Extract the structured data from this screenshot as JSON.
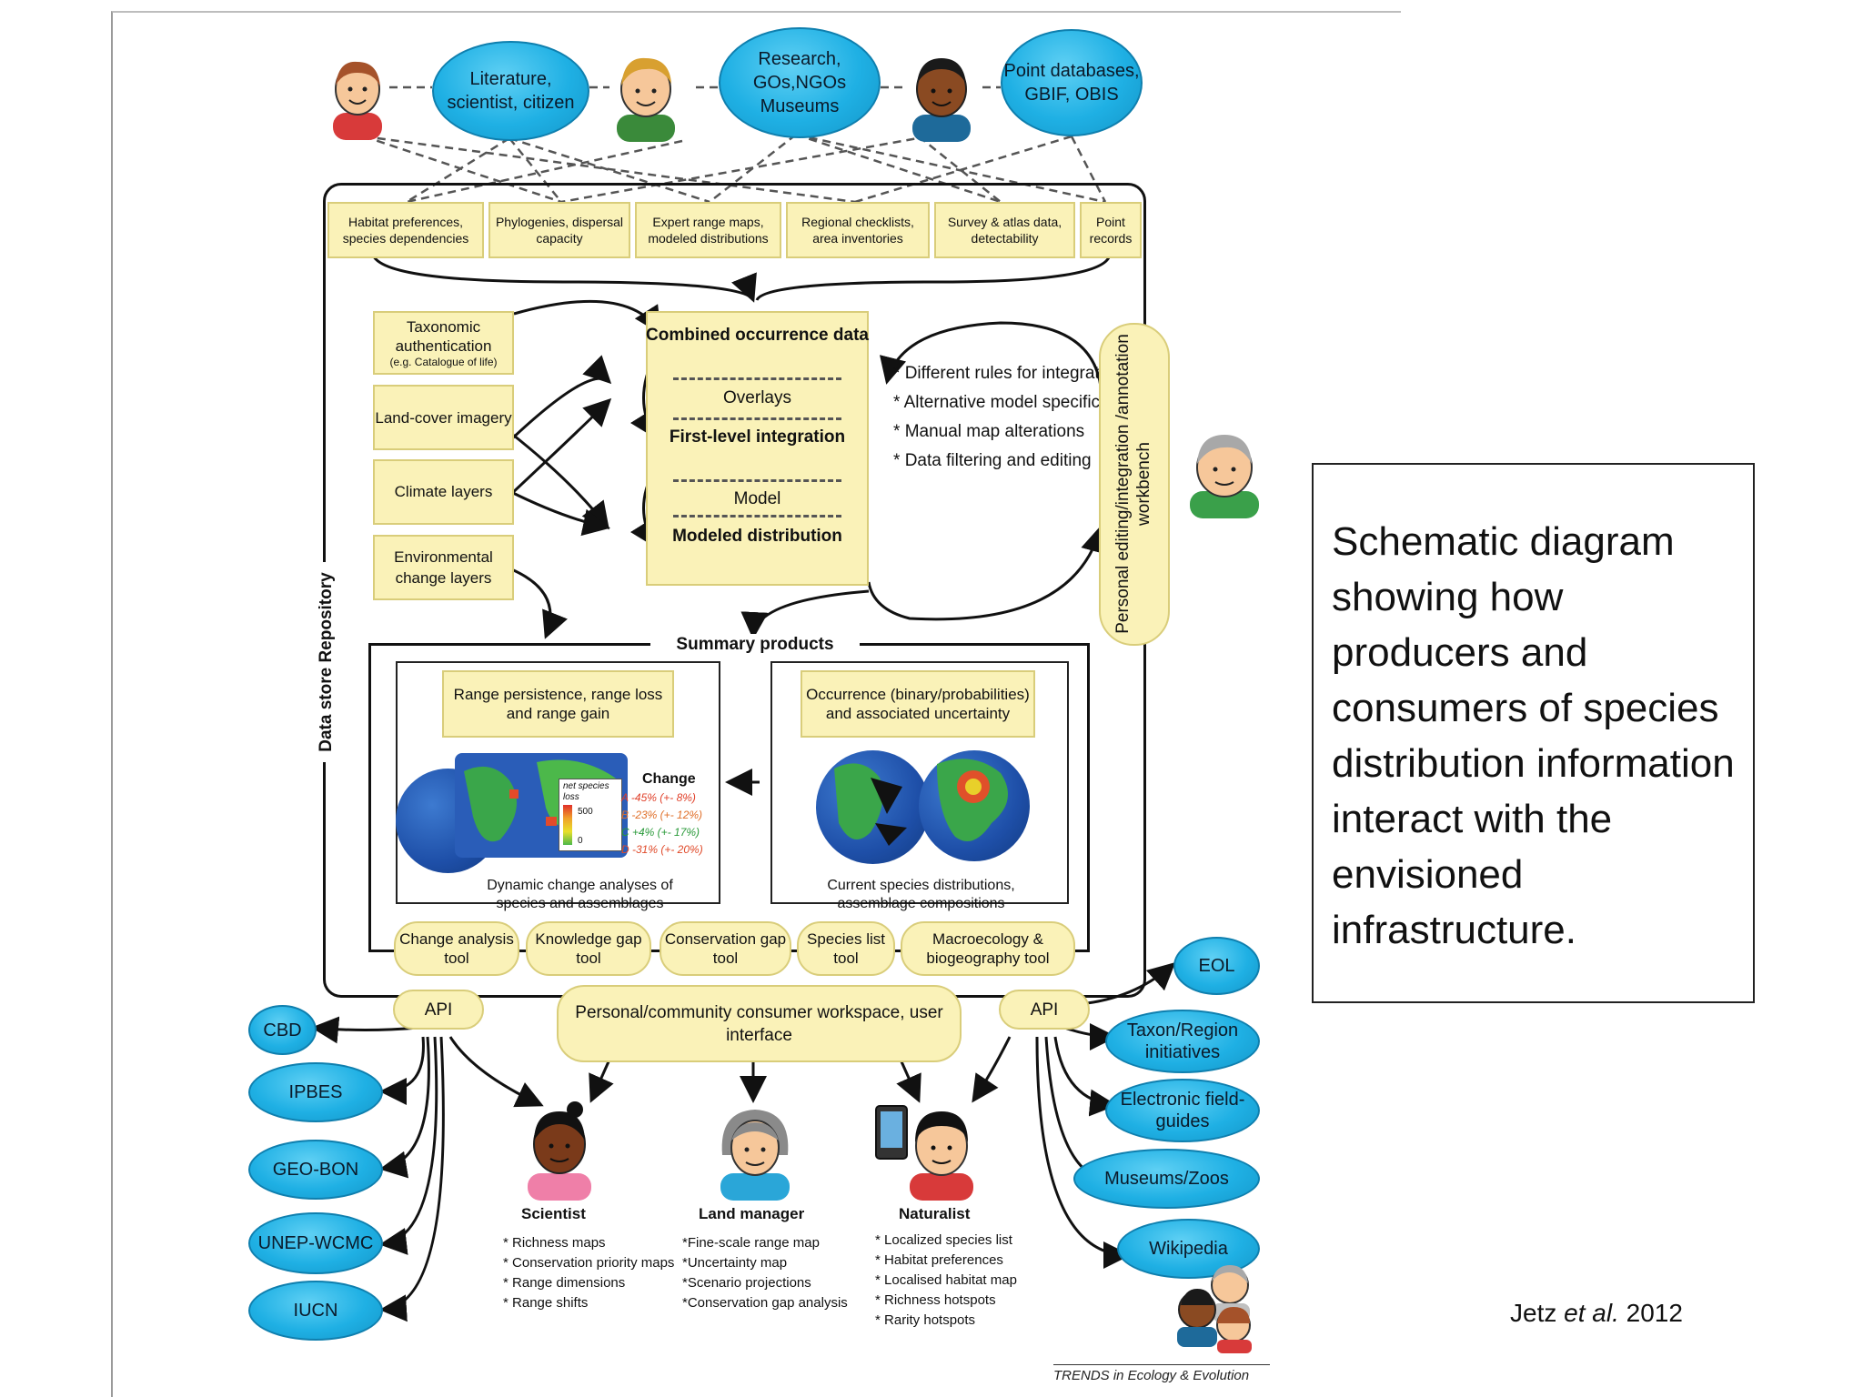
{
  "producers": {
    "literature": "Literature, scientist, citizen",
    "research": "Research, GOs,NGOs Museums",
    "point_db": "Point databases, GBIF, OBIS"
  },
  "data_types": [
    "Habitat preferences, species dependencies",
    "Phylogenies, dispersal capacity",
    "Expert range maps, modeled distributions",
    "Regional checklists, area inventories",
    "Survey & atlas data, detectability",
    "Point records"
  ],
  "inputs": {
    "taxonomic": "Taxonomic authentication",
    "taxonomic_sub": "(e.g. Catalogue of life)",
    "landcover": "Land-cover imagery",
    "climate": "Climate layers",
    "envchange": "Environmental change layers"
  },
  "core": {
    "combined": "Combined occurrence data",
    "overlays": "Overlays",
    "first_level": "First-level integration",
    "model": "Model",
    "modeled": "Modeled distribution"
  },
  "rules": [
    "Different rules for integration",
    "Alternative model specifications",
    "Manual map alterations",
    "Data filtering and editing"
  ],
  "workbench": "Personal editing/integration /annotation workbench",
  "repository": "Data store Repository",
  "summary": {
    "title": "Summary products",
    "range_box": "Range persistence, range loss and range gain",
    "occurrence_box": "Occurrence (binary/probabilities) and associated uncertainty",
    "change_title": "Change",
    "net_species_loss": "net species loss",
    "legend_500": "500",
    "legend_0": "0",
    "change_rows": [
      "A -45% (+- 8%)",
      "B -23% (+- 12%)",
      "C +4% (+- 17%)",
      "D -31% (+- 20%)"
    ],
    "dynamic_caption": "Dynamic change analyses of species and assemblages",
    "current_caption": "Current species distributions, assemblage compositions"
  },
  "tools": [
    "Change analysis tool",
    "Knowledge gap tool",
    "Conservation gap tool",
    "Species list tool",
    "Macroecology & biogeography tool"
  ],
  "api_label": "API",
  "workspace": "Personal/community consumer workspace, user interface",
  "left_orgs": [
    "CBD",
    "IPBES",
    "GEO-BON",
    "UNEP-WCMC",
    "IUCN"
  ],
  "right_orgs": [
    "EOL",
    "Taxon/Region initiatives",
    "Electronic field-guides",
    "Museums/Zoos",
    "Wikipedia"
  ],
  "consumers": {
    "scientist": {
      "title": "Scientist",
      "items": [
        "Richness maps",
        "Conservation priority maps",
        "Range dimensions",
        "Range shifts"
      ]
    },
    "land_manager": {
      "title": "Land manager",
      "items": [
        "Fine-scale range map",
        "Uncertainty map",
        "Scenario projections",
        "Conservation gap analysis"
      ]
    },
    "naturalist": {
      "title": "Naturalist",
      "items": [
        "Localized species list",
        "Habitat preferences",
        "Localised habitat map",
        "Richness hotspots",
        "Rarity hotspots"
      ]
    }
  },
  "journal": "TRENDS in Ecology & Evolution",
  "caption": "Schematic diagram showing how producers and consumers of species distribution information interact with the envisioned infrastructure.",
  "citation": {
    "author": "Jetz",
    "etal": "et al.",
    "year": "2012"
  },
  "colors": {
    "oval": "#1fb0e4",
    "yellow_box": "#faf2b8",
    "box_border": "#d9cd7a"
  },
  "icons": [
    "person-red-shirt-icon",
    "person-green-shirt-icon",
    "person-blue-shirt-icon",
    "person-elder-icon",
    "person-pink-icon",
    "person-grey-icon",
    "person-naturalist-icon",
    "phone-icon",
    "family-icon",
    "globe-icon"
  ]
}
